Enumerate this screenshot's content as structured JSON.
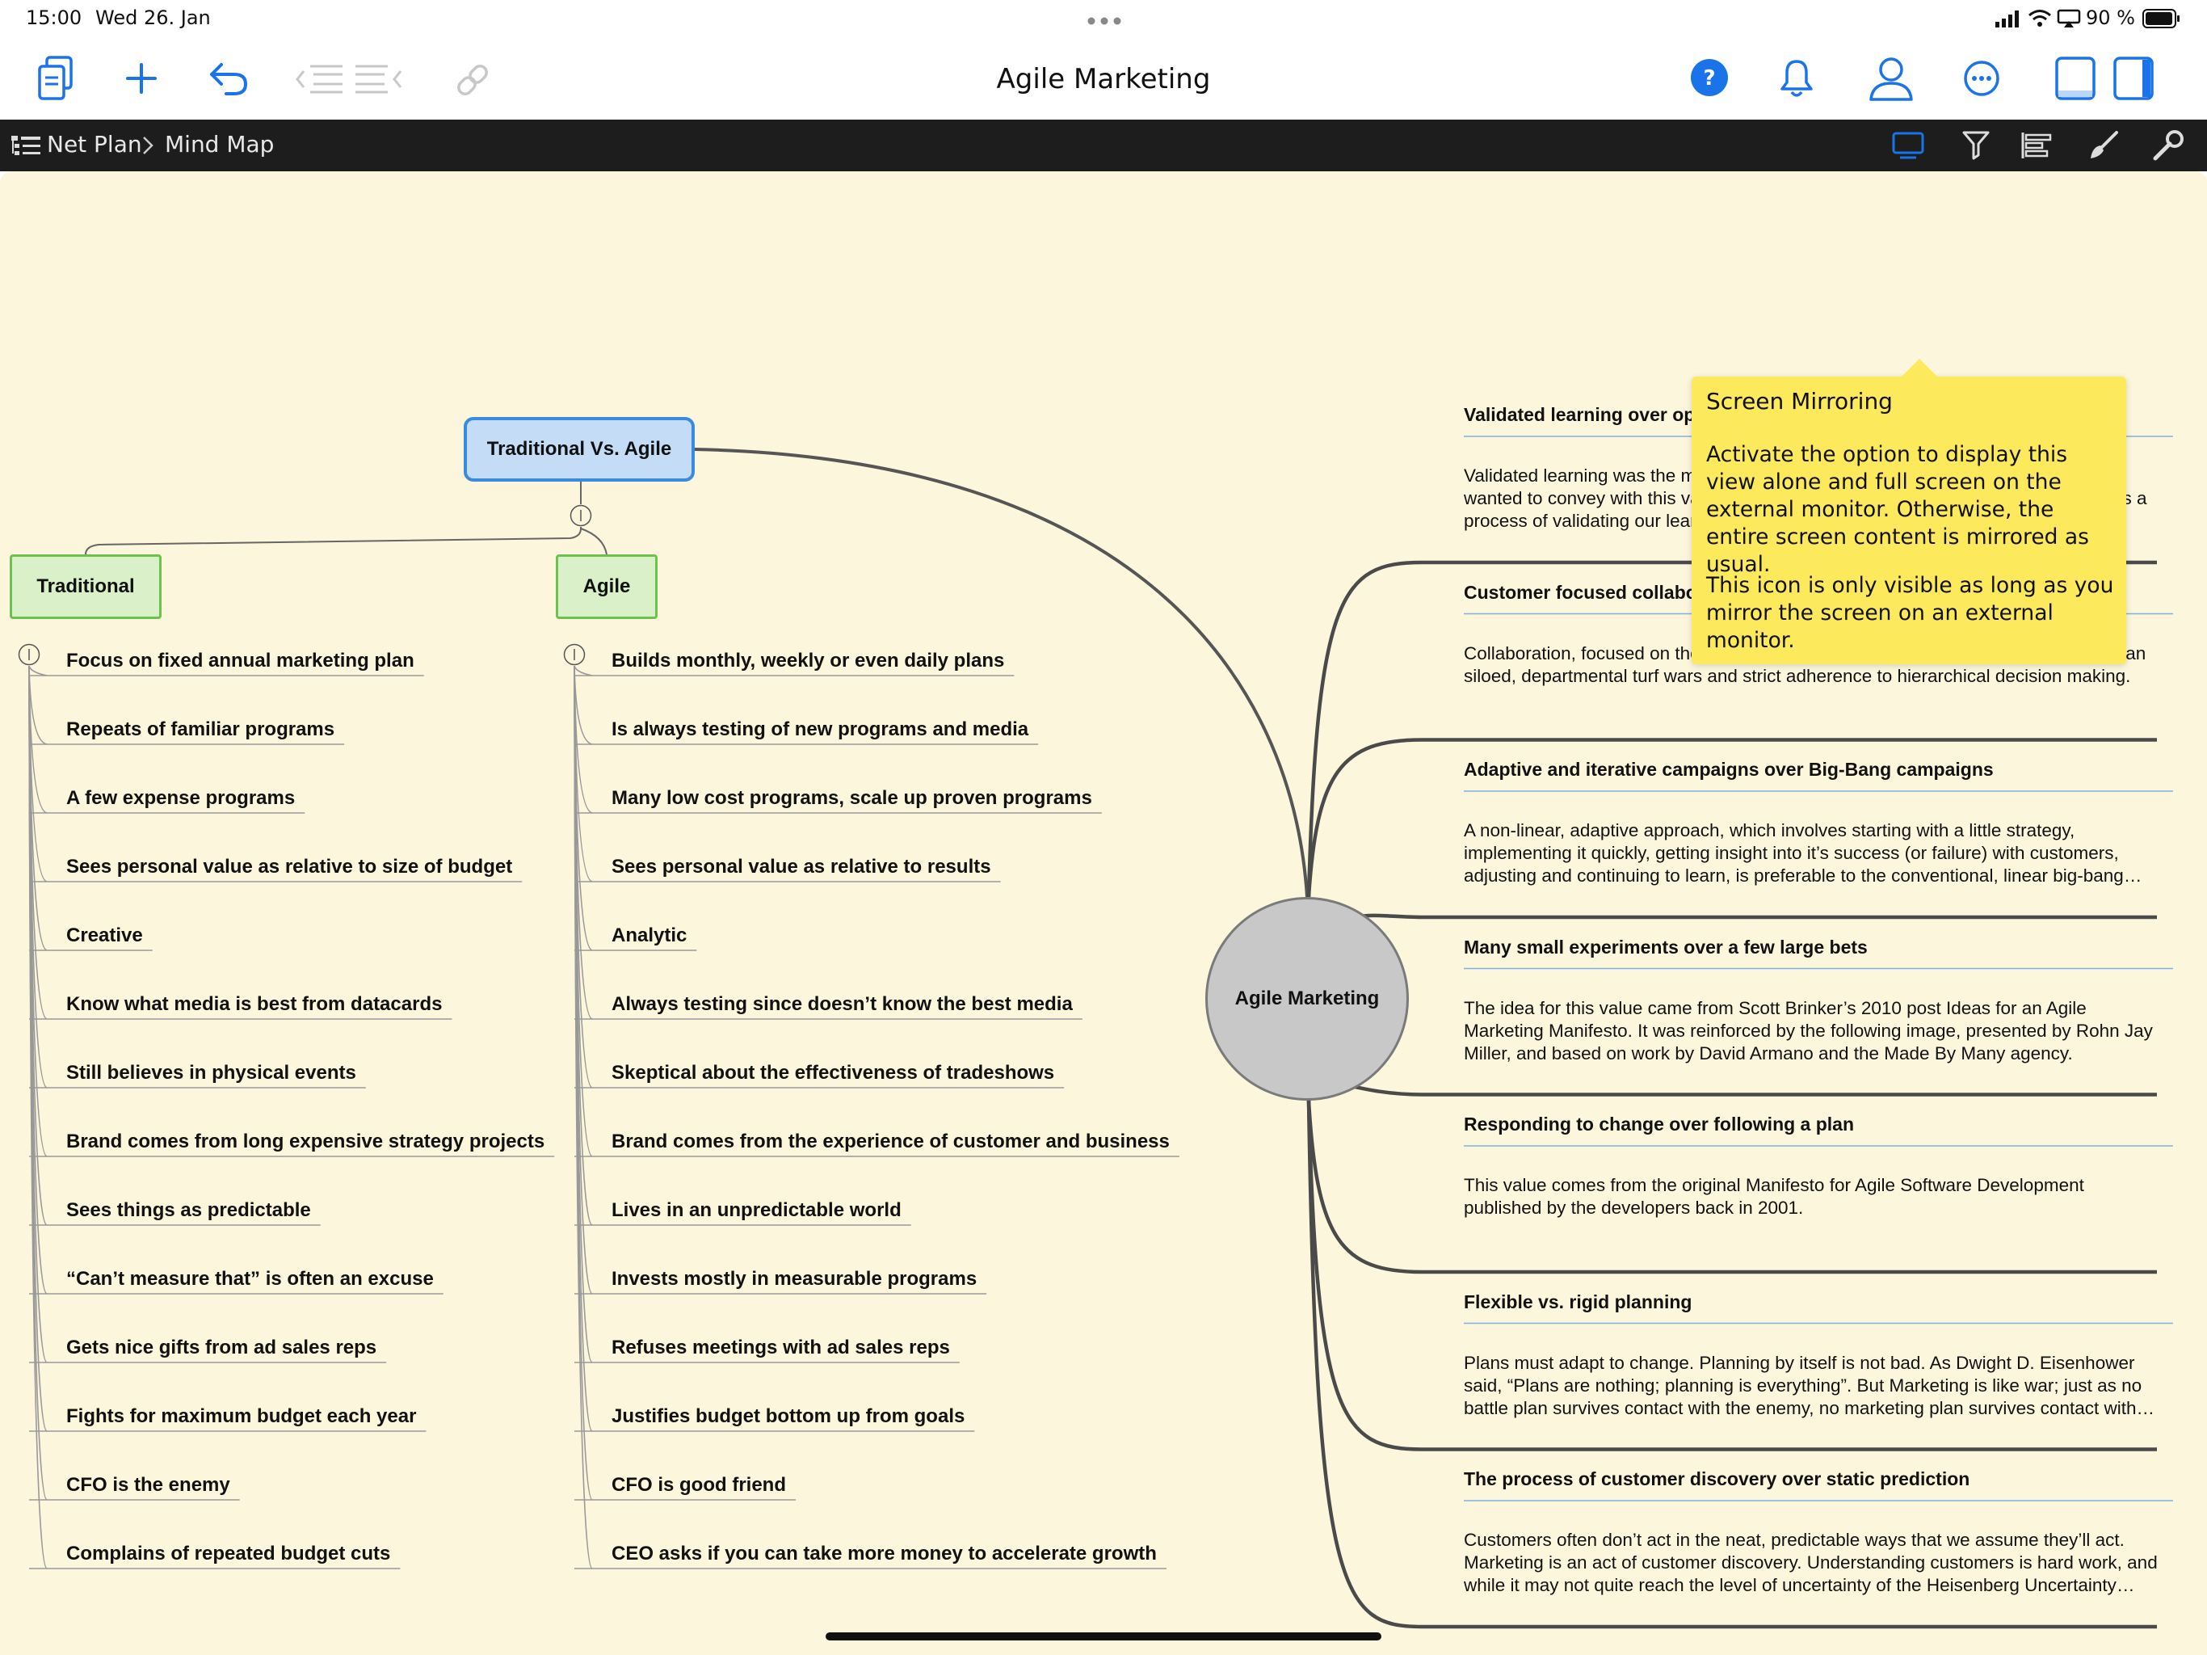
{
  "status_bar": {
    "time": "15:00",
    "date": "Wed 26. Jan",
    "battery": "90 %"
  },
  "document": {
    "title": "Agile Marketing"
  },
  "toolbar": {
    "left_icons": [
      "documents-icon",
      "add-icon",
      "undo-icon",
      "outdent-icon",
      "indent-icon",
      "link-icon"
    ],
    "right_icons": [
      "help-icon",
      "bell-icon",
      "user-icon",
      "more-icon",
      "bottom-panel-icon",
      "side-panel-icon"
    ]
  },
  "breadcrumb": {
    "items": [
      "Net Plan",
      "Mind Map"
    ]
  },
  "view_toolbar": {
    "icons": [
      "screen-mirroring-icon",
      "filter-icon",
      "layout-icon",
      "brush-icon",
      "wrench-icon"
    ]
  },
  "tooltip": {
    "title": "Screen Mirroring",
    "paragraph1": "Activate the option to display this view alone and full screen on the external monitor. Otherwise, the entire screen content is mirrored as usual.",
    "paragraph2": "This icon is only visible as long as you mirror the screen on an external monitor."
  },
  "mindmap": {
    "central": "Agile Marketing",
    "comparison": {
      "root": "Traditional Vs. Agile",
      "traditional": {
        "label": "Traditional",
        "items": [
          "Focus on fixed annual marketing plan",
          "Repeats of familiar programs",
          "A few expense programs",
          "Sees personal value as relative to size of budget",
          "Creative",
          "Know what media is best from datacards",
          "Still believes in physical events",
          "Brand comes from long expensive strategy projects",
          "Sees things as predictable",
          "“Can’t measure that” is often an excuse",
          "Gets nice gifts from ad sales reps",
          "Fights for maximum budget each year",
          "CFO is the enemy",
          "Complains of repeated budget cuts"
        ]
      },
      "agile": {
        "label": "Agile",
        "items": [
          "Builds monthly, weekly or even daily plans",
          "Is always testing of new programs and media",
          "Many low cost programs, scale up proven programs",
          "Sees personal value as relative to results",
          "Analytic",
          "Always testing since doesn’t know the best media",
          "Skeptical about the effectiveness of tradeshows",
          "Brand comes from the experience of customer and business",
          "Lives in an unpredictable world",
          "Invests mostly in measurable programs",
          "Refuses meetings with ad sales reps",
          "Justifies budget bottom up from goals",
          "CFO is good friend",
          "CEO asks if you can take more money to accelerate growth"
        ]
      }
    },
    "values": [
      {
        "title": "Validated learning over opinions and conventions",
        "desc": "Validated learning was the most important of all the values. One of the things we wanted to convey with this value was the non-linear nature of Agile Marketing – it is a process of validating our learning through a implement-measure-learn cycle."
      },
      {
        "title": "Customer focused collaboration over silos and hierarchy",
        "desc": "Collaboration, focused on the needs of the customer, produces better marketing than siloed, departmental turf wars and strict adherence to hierarchical decision making."
      },
      {
        "title": "Adaptive and iterative campaigns over Big-Bang campaigns",
        "desc": "A non-linear, adaptive approach, which involves starting with a little strategy, implementing it quickly, getting insight into it’s success (or failure) with customers, adjusting and continuing to learn, is preferable to the conventional, linear big-bang approach."
      },
      {
        "title": "Many small experiments over a few large bets",
        "desc": "The idea for this value came from Scott Brinker’s 2010 post Ideas for an Agile Marketing Manifesto. It was reinforced by the following image, presented by Rohn Jay Miller, and based on work by David Armano and the Made By Many agency."
      },
      {
        "title": "Responding to change over following a plan",
        "desc": "This value comes from the original Manifesto for Agile Software Development published by the developers back in 2001."
      },
      {
        "title": "Flexible vs. rigid planning",
        "desc": "Plans must adapt to change. Planning by itself is not bad. As Dwight D. Eisenhower said, “Plans are nothing; planning is everything”. But Marketing is like war; just as no battle plan survives contact with the enemy, no marketing plan survives contact with the market."
      },
      {
        "title": "The process of customer discovery over static prediction",
        "desc": "Customers often don’t act in the neat, predictable ways that we assume they’ll act. Marketing is an act of customer discovery. Understanding customers is hard work, and while it may not quite reach the level of uncertainty of the Heisenberg Uncertainty Principle, it comes close."
      }
    ]
  },
  "colors": {
    "canvas": "#fbf6dc",
    "tooltip": "#fde95c",
    "accent": "#1a73e8",
    "root_node_fill": "#c4dcf5",
    "root_node_border": "#3a8be0",
    "branch_node_fill": "#d9f0c9",
    "branch_node_border": "#6cc24a",
    "central_node_fill": "#c8c8c8",
    "breadcrumb_bar": "#1d1d1d"
  }
}
